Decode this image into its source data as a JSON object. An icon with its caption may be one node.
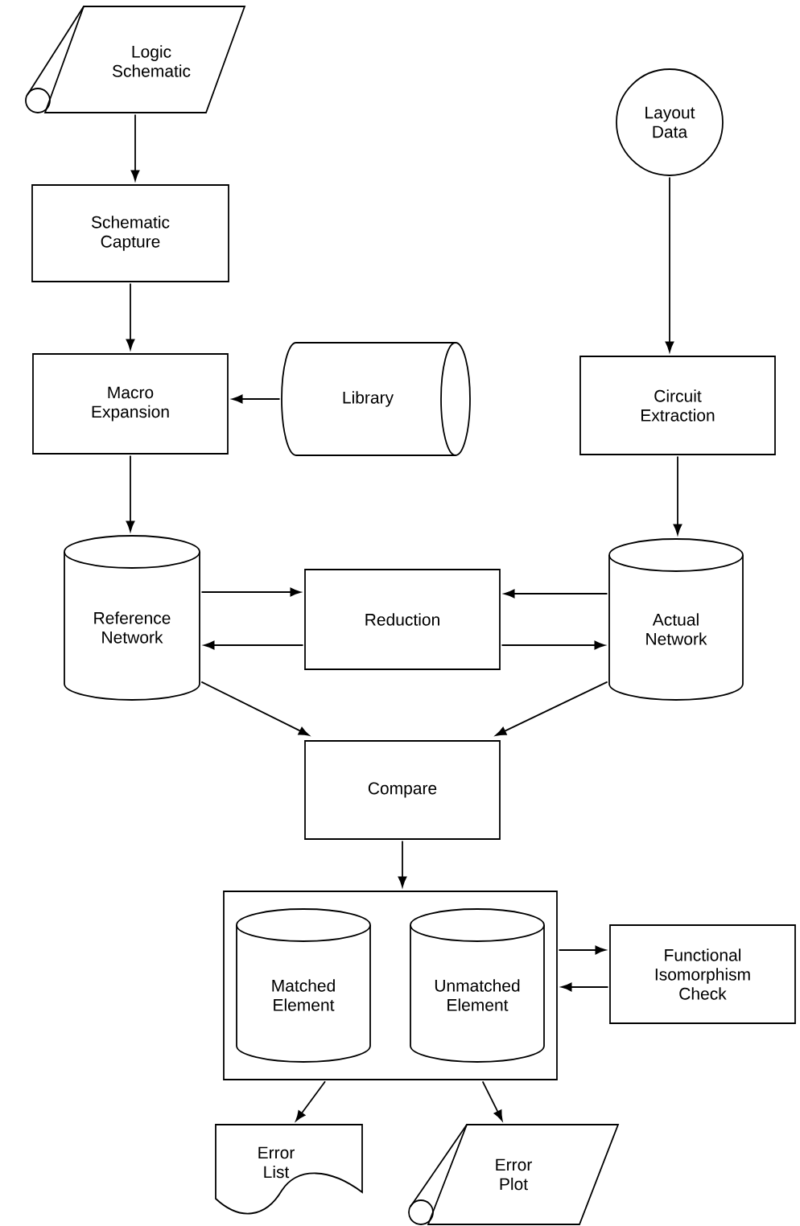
{
  "diagram": {
    "nodes": [
      {
        "text": [
          "Logic Schematic"
        ]
      },
      {
        "text": [
          "Schematic Capture"
        ]
      },
      {
        "text": [
          "Layout Data"
        ]
      },
      {
        "text": [
          "Macro Expansion"
        ]
      },
      {
        "text": [
          "Library"
        ]
      },
      {
        "text": [
          "Circuit Extraction"
        ]
      },
      {
        "text": [
          "Reference Network"
        ]
      },
      {
        "text": [
          "Reduction"
        ]
      },
      {
        "text": [
          "Actual Network"
        ]
      },
      {
        "text": [
          "Compare"
        ]
      },
      {
        "text": [],
        "shape": "box"
      },
      {
        "text": [
          "Matched Element"
        ],
        "in": 10
      },
      {
        "text": [
          "Unmatched Element"
        ],
        "in": 10
      },
      {
        "text": [
          "Functional Isomorphism Check"
        ]
      },
      {
        "text": [
          "Error List"
        ]
      },
      {
        "text": [
          "Error Plot"
        ]
      }
    ],
    "edges": [
      {
        "from": 0,
        "to": 1,
        "arrow": "to"
      },
      {
        "from": 1,
        "to": 3,
        "arrow": "to"
      },
      {
        "from": 4,
        "to": 3,
        "arrow": "to"
      },
      {
        "from": 2,
        "to": 5,
        "arrow": "to"
      },
      {
        "from": 3,
        "to": 6,
        "arrow": "to"
      },
      {
        "from": 5,
        "to": 8,
        "arrow": "to"
      },
      {
        "from": 6,
        "to": 7,
        "arrow": "to"
      },
      {
        "from": 7,
        "to": 6,
        "arrow": "to"
      },
      {
        "from": 8,
        "to": 7,
        "arrow": "to"
      },
      {
        "from": 7,
        "to": 8,
        "arrow": "to"
      },
      {
        "from": 6,
        "to": 9,
        "arrow": "to"
      },
      {
        "from": 8,
        "to": 9,
        "arrow": "to"
      },
      {
        "from": 9,
        "to": 10,
        "arrow": "to"
      },
      {
        "from": 10,
        "to": 13,
        "arrow": "to"
      },
      {
        "from": 13,
        "to": 10,
        "arrow": "to"
      },
      {
        "from": 10,
        "to": 14,
        "arrow": "to"
      },
      {
        "from": 10,
        "to": 15,
        "arrow": "to"
      }
    ]
  }
}
